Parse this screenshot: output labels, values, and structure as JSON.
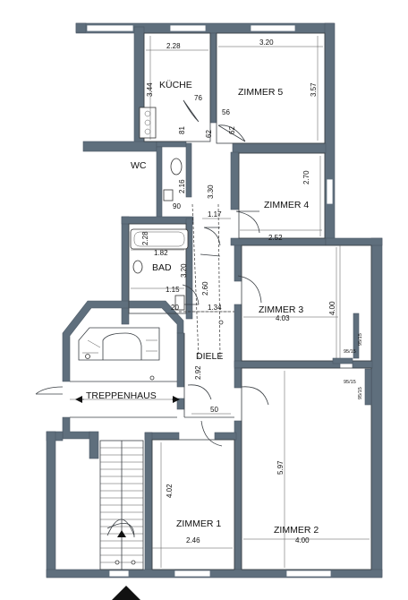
{
  "rooms": {
    "kueche": "KÜCHE",
    "zimmer5": "ZIMMER 5",
    "wc": "WC",
    "zimmer4": "ZIMMER 4",
    "bad": "BAD",
    "zimmer3": "ZIMMER 3",
    "diele": "DIELE",
    "treppenhaus": "TREPPENHAUS",
    "zimmer1": "ZIMMER 1",
    "zimmer2": "ZIMMER 2"
  },
  "dimensions": {
    "kueche_w": "2.28",
    "kueche_h": "3.44",
    "zimmer5_w": "3.20",
    "zimmer5_h": "3.57",
    "k76": "76",
    "k81": "81",
    "k62": "62",
    "k56": "56",
    "k62b": "62",
    "wc_216": "2.16",
    "wc_90": "90",
    "d330": "3.30",
    "zimmer4_w": "2.52",
    "zimmer4_h": "2.70",
    "d117": "1.17",
    "bad_228": "2.28",
    "bad_182": "1.82",
    "bad_320": "3.20",
    "bad_115": "1.15",
    "bad_260": "2.60",
    "bad_20": "20",
    "d134": "1.34",
    "zimmer3_w": "4.03",
    "zimmer3_h": "4.00",
    "p95a": "95/15",
    "p95b": "95/15",
    "p95c": "95/15",
    "diele_292": "2.92",
    "diele_50": "50",
    "zimmer1_w": "2.46",
    "zimmer1_h": "4.02",
    "zimmer2_w": "4.00",
    "zimmer2_h": "5.97"
  },
  "icons": {
    "compass": "north-arrow-icon",
    "stair": "stair-arrow-icon",
    "treppenhaus_arrows": "double-arrow-icon"
  },
  "colors": {
    "wall": "#5f6f7d",
    "line": "#3a3f44",
    "background": "#ffffff"
  }
}
